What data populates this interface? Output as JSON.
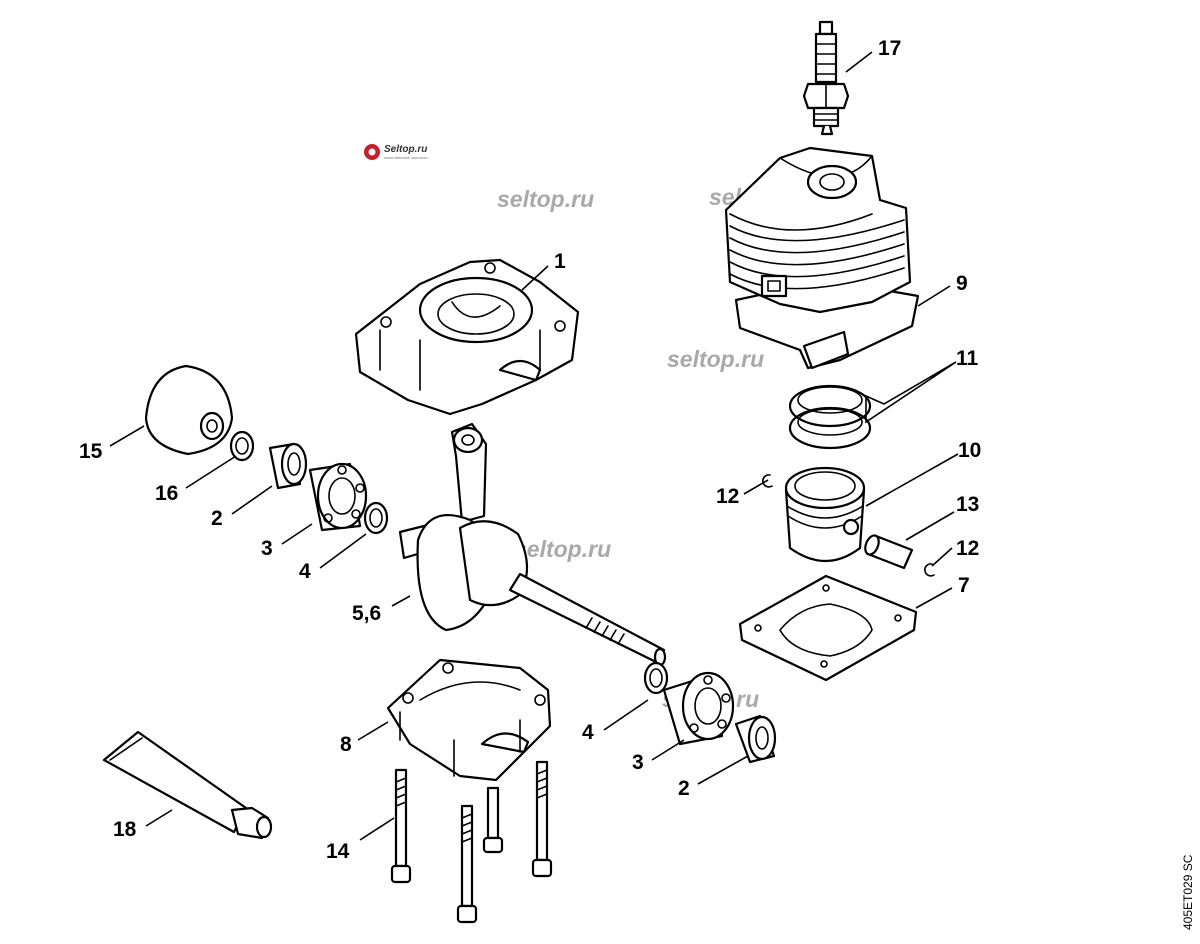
{
  "watermark": "seltop.ru",
  "logo": {
    "name": "Seltop.ru",
    "tagline": "качественные запчасти"
  },
  "drawing_code": "405ET029 SC",
  "callouts": {
    "c1": "1",
    "c2a": "2",
    "c2b": "2",
    "c3a": "3",
    "c3b": "3",
    "c4a": "4",
    "c4b": "4",
    "c56": "5,6",
    "c7": "7",
    "c8": "8",
    "c9": "9",
    "c10": "10",
    "c11": "11",
    "c12a": "12",
    "c12b": "12",
    "c13": "13",
    "c14": "14",
    "c15": "15",
    "c16": "16",
    "c17": "17",
    "c18": "18"
  }
}
